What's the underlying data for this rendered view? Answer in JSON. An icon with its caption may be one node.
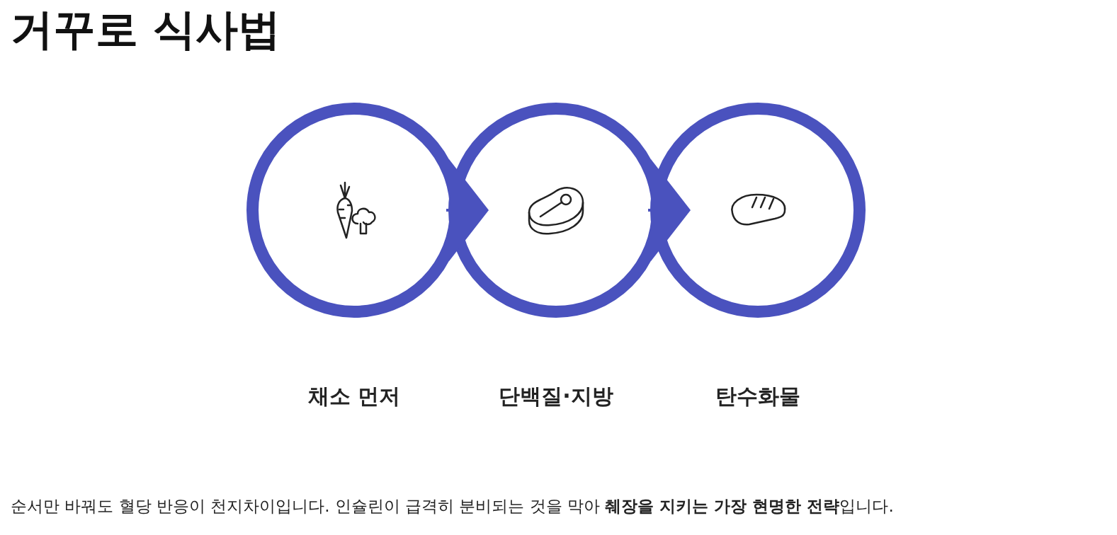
{
  "diagram": {
    "title": "거꾸로 식사법",
    "caption": "순서만 바꿔도 혈당 반응이 천지차이입니다. 인슐린이 급격히 분비되는 것을 막아 **췌장을 지키는 가장 현명한 전략**입니다.",
    "nodes": [
      {
        "text": [
          "채소 먼저"
        ]
      },
      {
        "text": [
          "단백질·지방"
        ]
      },
      {
        "text": [
          "탄수화물"
        ]
      }
    ],
    "edges": [
      {
        "from": 0,
        "to": 1,
        "arrow": "to"
      },
      {
        "from": 1,
        "to": 2,
        "arrow": "to"
      }
    ]
  }
}
